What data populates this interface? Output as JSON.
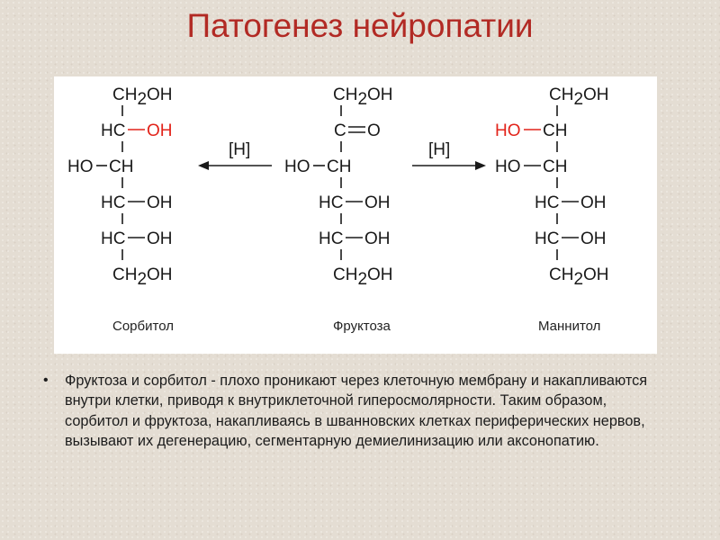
{
  "slide": {
    "title": "Патогенез нейропатии",
    "bullets": [
      "Фруктоза и сорбитол - плохо проникают через клеточную мембрану и накапливаются внутри клетки, приводя к внутриклеточной гиперосмолярности. Таким образом, сорбитол и фруктоза, накапливаясь в шванновских клетках периферических нервов, вызывают их дегенерацию, сегментарную демиелинизацию или аксонопатию."
    ]
  },
  "scheme": {
    "reagent": "[H]",
    "groups": {
      "ch": "CH",
      "hc": "HC",
      "c": "C",
      "o": "O",
      "oh": "OH",
      "ho": "HO",
      "ch2_left": "CH",
      "ch2_sub": "2",
      "ch2_right": "OH"
    },
    "molecules": [
      {
        "name": "Сорбитол"
      },
      {
        "name": "Фруктоза"
      },
      {
        "name": "Маннитол"
      }
    ],
    "colors": {
      "highlight": "#e2231a",
      "title": "#b22a24",
      "text": "#1a1a1a",
      "background": "#e4ddd3"
    }
  }
}
